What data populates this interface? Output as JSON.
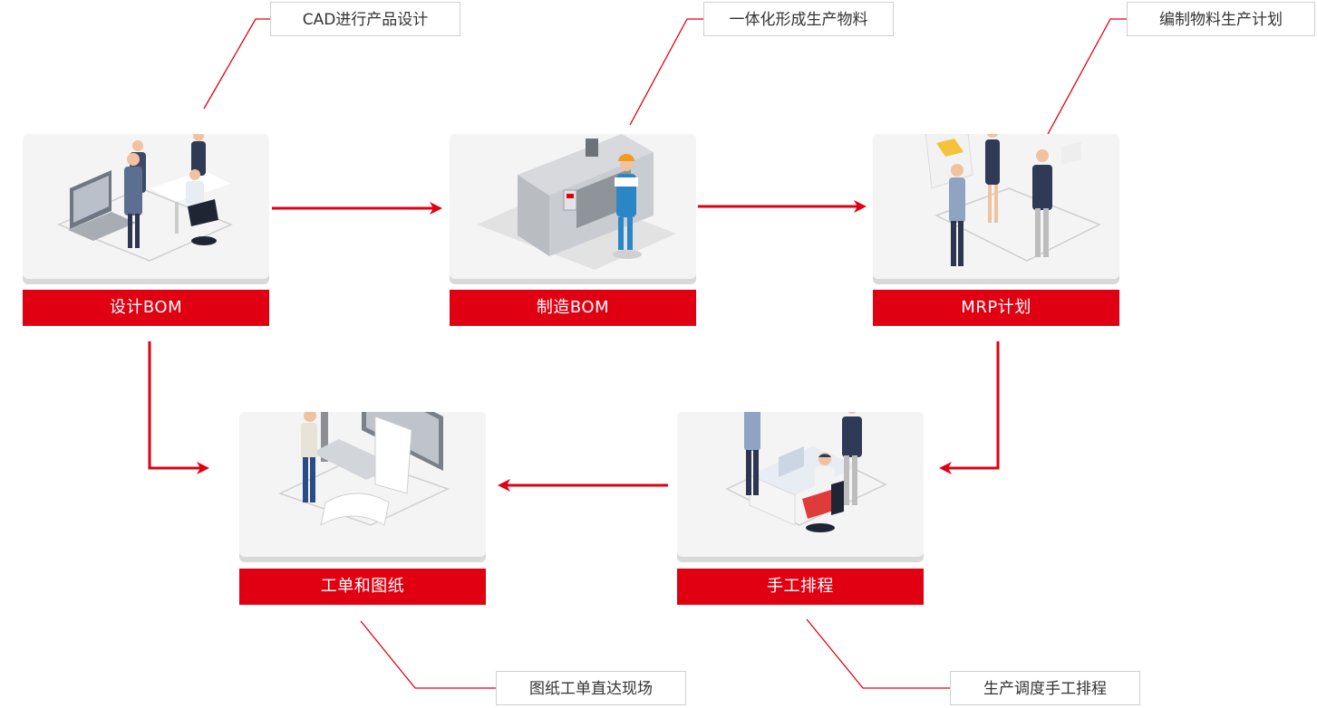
{
  "steps": [
    {
      "label": "设计BOM"
    },
    {
      "label": "制造BOM"
    },
    {
      "label": "MRP计划"
    },
    {
      "label": "工单和图纸"
    },
    {
      "label": "手工排程"
    }
  ],
  "callouts": [
    {
      "text": "CAD进行产品设计"
    },
    {
      "text": "一体化形成生产物料"
    },
    {
      "text": "编制物料生产计划"
    },
    {
      "text": "图纸工单直达现场"
    },
    {
      "text": "生产调度手工排程"
    }
  ],
  "colors": {
    "accent": "#e10012",
    "card_bg": "#f4f4f4",
    "callout_line": "#e10012"
  }
}
